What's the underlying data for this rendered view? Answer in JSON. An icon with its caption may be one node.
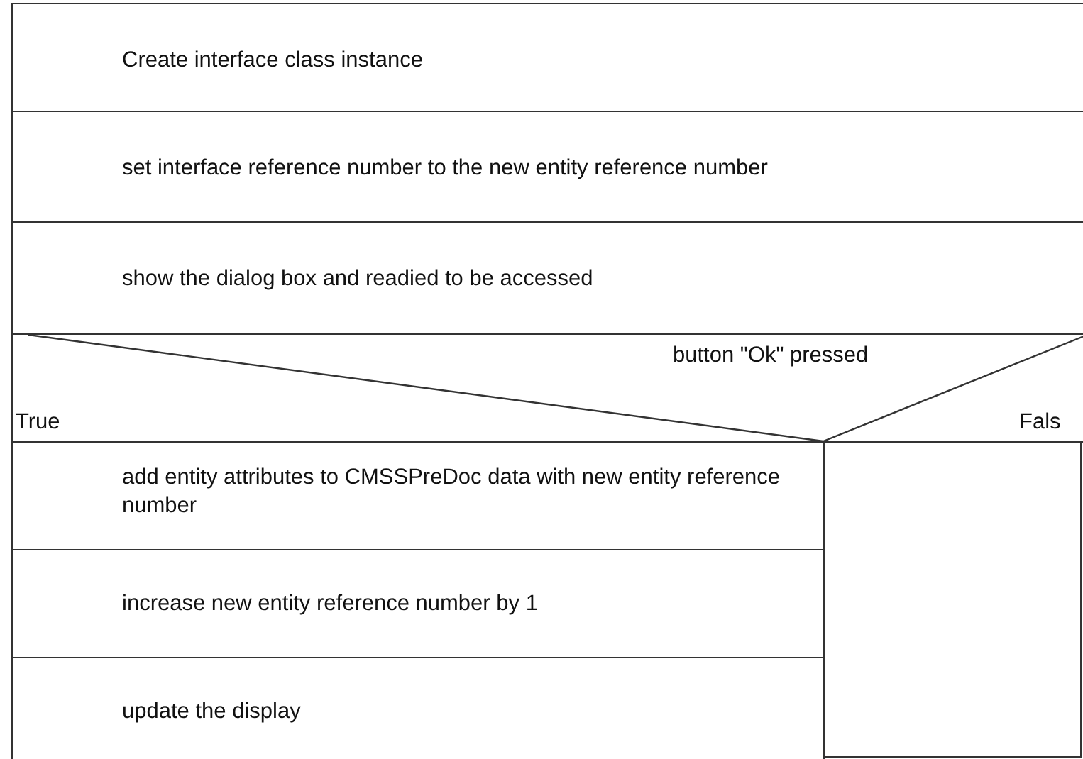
{
  "diagram": {
    "nodes": [
      {
        "text": [
          "Create interface class instance"
        ]
      },
      {
        "text": [
          "set interface reference number  to the new entity reference number"
        ]
      },
      {
        "text": [
          "show the dialog box and readied to be accessed"
        ]
      },
      {
        "text": [
          "button \"Ok\" pressed"
        ]
      },
      {
        "text": [
          "add entity attributes to CMSSPreDoc data with new entity reference number"
        ]
      },
      {
        "text": [
          "increase new entity reference number by 1"
        ]
      },
      {
        "text": [
          "update the display"
        ]
      },
      {
        "text": [],
        "shape": "box"
      }
    ],
    "labels": [
      "True",
      "Fals"
    ]
  }
}
